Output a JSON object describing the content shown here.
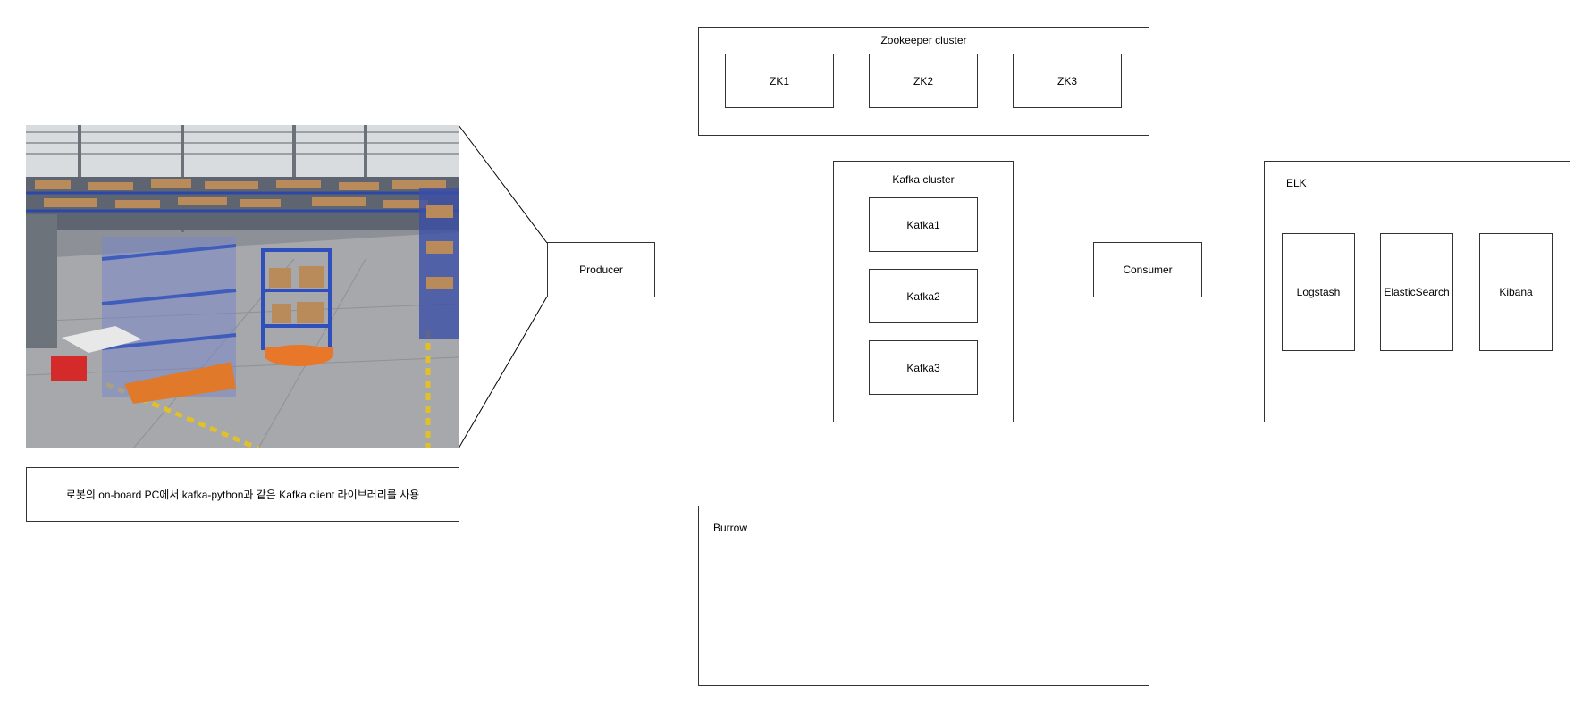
{
  "zookeeper": {
    "title": "Zookeeper cluster",
    "nodes": [
      "ZK1",
      "ZK2",
      "ZK3"
    ]
  },
  "kafka": {
    "title": "Kafka cluster",
    "nodes": [
      "Kafka1",
      "Kafka2",
      "Kafka3"
    ]
  },
  "producer": {
    "label": "Producer"
  },
  "consumer": {
    "label": "Consumer"
  },
  "elk": {
    "title": "ELK",
    "nodes": [
      "Logstash",
      "ElasticSearch",
      "Kibana"
    ]
  },
  "burrow": {
    "title": "Burrow"
  },
  "caption": {
    "text": "로봇의 on-board PC에서 kafka-python과 같은 Kafka client 라이브러리를 사용"
  },
  "photo": {
    "subject": "warehouse-robot-photo"
  },
  "colors": {
    "border": "#333333",
    "background": "#ffffff"
  }
}
